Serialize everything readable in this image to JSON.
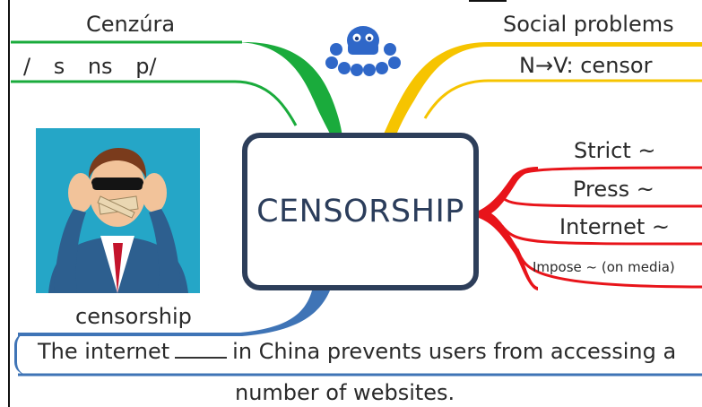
{
  "central_topic": "CENSORSHIP",
  "branches": {
    "translation": {
      "title": "Cenzúra",
      "pronunciation": "/ s ns p/"
    },
    "social": {
      "title": "Social problems",
      "verb_form": "N→V: censor"
    },
    "collocations": [
      "Strict ~",
      "Press ~",
      "Internet ~",
      "Impose ~ (on media)"
    ],
    "picture_caption": "censorship"
  },
  "example": {
    "part1": "The internet",
    "part2": "in China prevents users from accessing a",
    "line2": "number of websites."
  },
  "colors": {
    "green": "#1aab3c",
    "yellow": "#f6c400",
    "red": "#e8141a",
    "blue": "#3f74b6",
    "center_border": "#2d3e5a",
    "octopus": "#2f67c8"
  },
  "icons": {
    "logo": "octopus-icon",
    "picture": "man-covering-ears-with-taped-mouth"
  }
}
